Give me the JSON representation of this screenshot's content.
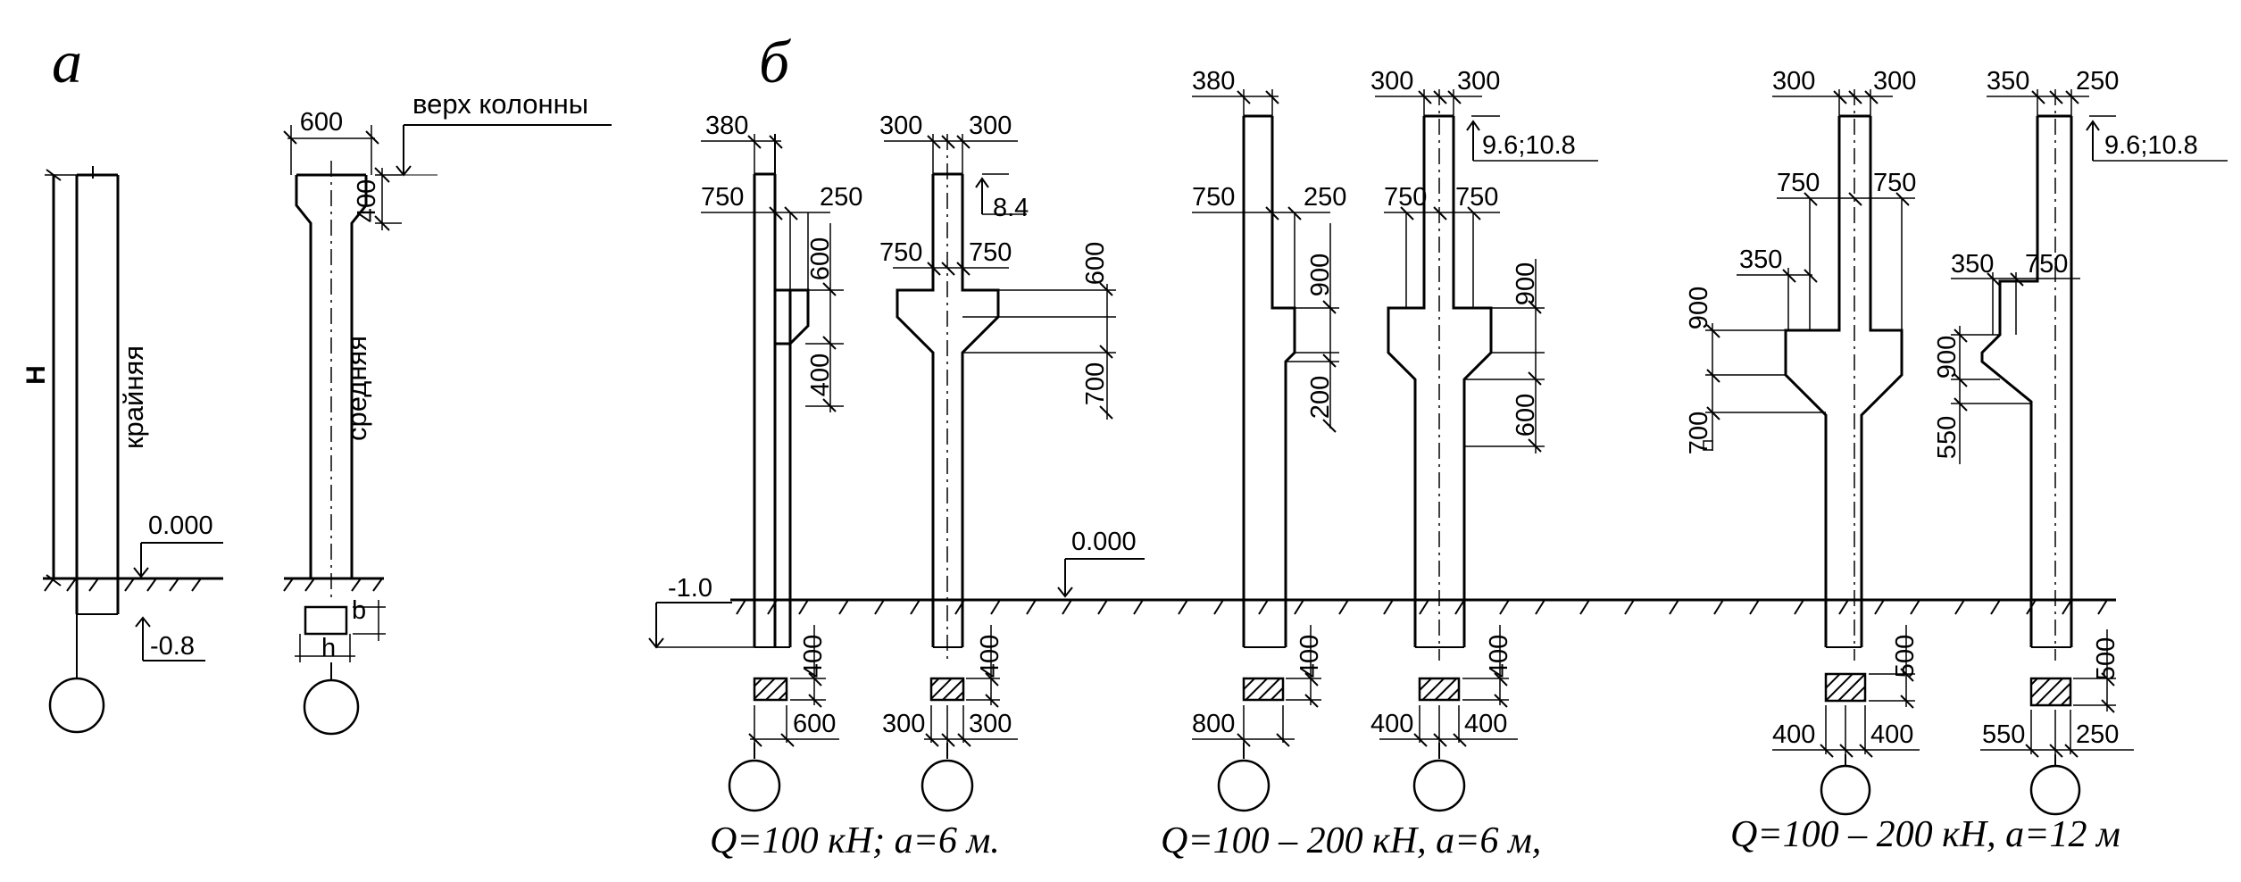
{
  "labels": {
    "a": "а",
    "b": "б",
    "H": "H",
    "edge": "крайняя",
    "middle": "средняя",
    "top": "верх колонны",
    "b_dim": "b",
    "h_dim": "h"
  },
  "elev": {
    "z0a": "0.000",
    "m08": "-0.8",
    "z0b": "0.000",
    "m10": "-1.0",
    "e84": "8.4",
    "e96a": "9.6;10.8",
    "e96b": "9.6;10.8"
  },
  "dims": {
    "a2_600": "600",
    "a2_400": "400",
    "c1_380": "380",
    "c1_750": "750",
    "c1_250": "250",
    "c1_600": "600",
    "c1_400": "400",
    "c1_s400": "400",
    "c1_s600": "600",
    "c2_300l": "300",
    "c2_300r": "300",
    "c2_750l": "750",
    "c2_750r": "750",
    "c2_600": "600",
    "c2_700": "700",
    "c2_s400": "400",
    "c2_s300l": "300",
    "c2_s300r": "300",
    "c3_380": "380",
    "c3_750": "750",
    "c3_250": "250",
    "c3_900": "900",
    "c3_200": "200",
    "c3_s400": "400",
    "c3_s800": "800",
    "c4_300l": "300",
    "c4_300r": "300",
    "c4_750l": "750",
    "c4_750r": "750",
    "c4_900": "900",
    "c4_600": "600",
    "c4_s400": "400",
    "c4_s400l": "400",
    "c4_s400r": "400",
    "c5_300l": "300",
    "c5_300r": "300",
    "c5_750l": "750",
    "c5_750r": "750",
    "c5_350": "350",
    "c5_900": "900",
    "c5_700": "700",
    "c5_s500": "500",
    "c5_s400l": "400",
    "c5_s400r": "400",
    "c6_350t": "350",
    "c6_250t": "250",
    "c6_350": "350",
    "c6_750": "750",
    "c6_900": "900",
    "c6_550": "550",
    "c6_s500": "500",
    "c6_s550": "550",
    "c6_s250": "250"
  },
  "captions": {
    "g1": "Q=100 кН; a=6 м.",
    "g2": "Q=100 – 200 кН, a=6 м,",
    "g3": "Q=100 – 200 кН, a=12 м"
  }
}
